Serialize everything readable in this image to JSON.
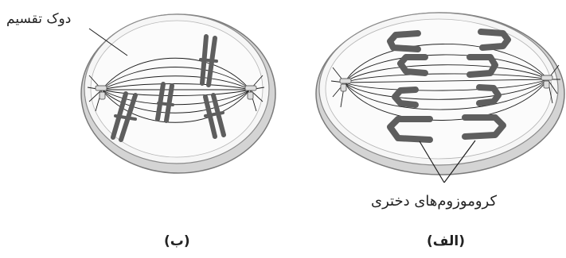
{
  "labels": {
    "spindle": "دوک تقسیم",
    "daughter_chromosomes": "کروموزوم‌های دختری",
    "panel_b": "(ب)",
    "panel_alef": "(الف)"
  },
  "colors": {
    "cell_fill": "#e9e9e9",
    "cell_inner": "#f7f7f7",
    "cell_outline": "#7a7a7a",
    "chromosome": "#5e5e5e",
    "spindle_fiber": "#1e1e1e"
  }
}
